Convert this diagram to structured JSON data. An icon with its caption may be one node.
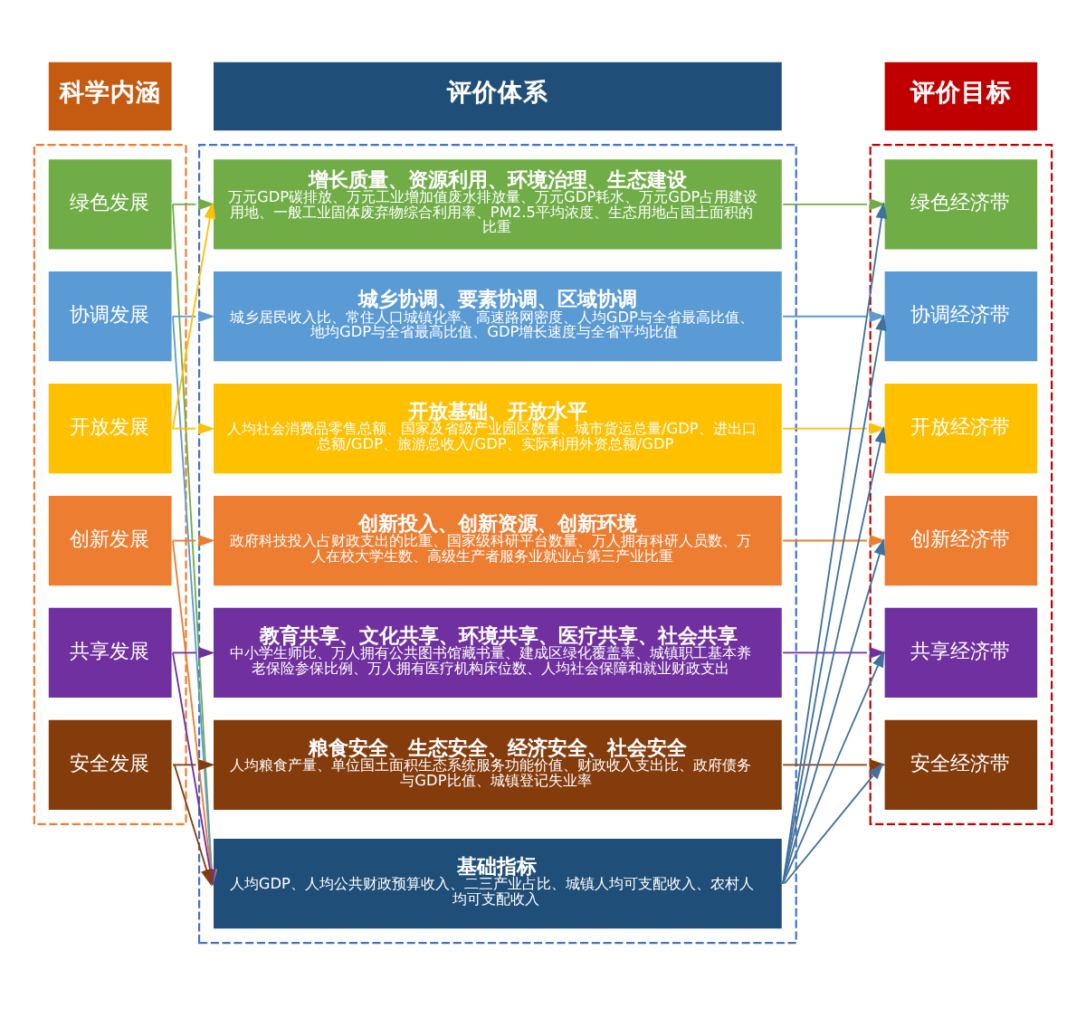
{
  "diagram": {
    "nodes": [
      {
        "text": [
          "科学内涵"
        ]
      },
      {
        "text": [
          "评价体系"
        ]
      },
      {
        "text": [
          "评价目标"
        ]
      },
      {
        "text": [],
        "shape": "box"
      },
      {
        "text": [
          "绿色发展"
        ],
        "in": 3
      },
      {
        "text": [
          "协调发展"
        ],
        "in": 3
      },
      {
        "text": [
          "开放发展"
        ],
        "in": 3
      },
      {
        "text": [
          "创新发展"
        ],
        "in": 3
      },
      {
        "text": [
          "共享发展"
        ],
        "in": 3
      },
      {
        "text": [
          "安全发展"
        ],
        "in": 3
      },
      {
        "text": [],
        "shape": "box"
      },
      {
        "text": [
          "增长质量、资源利用、环境治理、生态建设",
          "万元GDP碳排放、万元工业增加值废水排放量、万元GDP耗水、万元GDP占用建设用地、一般工业固体废弃物综合利用率、PM2.5平均浓度、生态用地占国土面积的比重"
        ],
        "in": 10
      },
      {
        "text": [
          "城乡协调、要素协调、区域协调",
          "城乡居民收入比、常住人口城镇化率、高速路网密度、人均GDP与全省最高比值、地均GDP与全省最高比值、GDP增长速度与全省平均比值"
        ],
        "in": 10
      },
      {
        "text": [
          "开放基础、开放水平",
          "人均社会消费品零售总额、国家及省级产业园区数量、城市货运总量/GDP、进出口总额/GDP、旅游总收入/GDP、实际利用外资总额/GDP"
        ],
        "in": 10
      },
      {
        "text": [
          "创新投入、创新资源、创新环境",
          "政府科技投入占财政支出的比重、国家级科研平台数量、万人拥有科研人员数、万人在校大学生数、高级生产者服务业就业占第三产业比重"
        ],
        "in": 10
      },
      {
        "text": [
          "教育共享、文化共享、环境共享、医疗共享、社会共享",
          "中小学生师比、万人拥有公共图书馆藏书量、建成区绿化覆盖率、城镇职工基本养老保险参保比例、万人拥有医疗机构床位数、人均社会保障和就业财政支出"
        ],
        "in": 10
      },
      {
        "text": [
          "粮食安全、生态安全、经济安全、社会安全",
          "人均粮食产量、单位国土面积生态系统服务功能价值、财政收入支出比、政府债务与GDP比值、城镇登记失业率"
        ],
        "in": 10
      },
      {
        "text": [
          "基础指标",
          "人均GDP、人均公共财政预算收入、二三产业占比、城镇人均可支配收入、农村人均可支配收入"
        ],
        "in": 10
      },
      {
        "text": [],
        "shape": "box"
      },
      {
        "text": [
          "绿色经济带"
        ],
        "in": 18
      },
      {
        "text": [
          "协调经济带"
        ],
        "in": 18
      },
      {
        "text": [
          "开放经济带"
        ],
        "in": 18
      },
      {
        "text": [
          "创新经济带"
        ],
        "in": 18
      },
      {
        "text": [
          "共享经济带"
        ],
        "in": 18
      },
      {
        "text": [
          "安全经济带"
        ],
        "in": 18
      }
    ],
    "edges": [
      {
        "from": 4,
        "to": 11,
        "arrow": "to",
        "color": "#70ad47"
      },
      {
        "from": 4,
        "to": 17,
        "arrow": "to",
        "color": "#70ad47"
      },
      {
        "from": 5,
        "to": 12,
        "arrow": "to",
        "color": "#5b9bd5"
      },
      {
        "from": 5,
        "to": 17,
        "arrow": "to",
        "color": "#5b9bd5"
      },
      {
        "from": 6,
        "to": 11,
        "arrow": "to",
        "color": "#ffc000"
      },
      {
        "from": 6,
        "to": 13,
        "arrow": "to",
        "color": "#ffc000"
      },
      {
        "from": 7,
        "to": 14,
        "arrow": "to",
        "color": "#ed7d31"
      },
      {
        "from": 7,
        "to": 17,
        "arrow": "to",
        "color": "#ed7d31"
      },
      {
        "from": 8,
        "to": 15,
        "arrow": "to",
        "color": "#7030a0"
      },
      {
        "from": 8,
        "to": 17,
        "arrow": "to",
        "color": "#7030a0"
      },
      {
        "from": 9,
        "to": 16,
        "arrow": "to",
        "color": "#843c0c"
      },
      {
        "from": 9,
        "to": 17,
        "arrow": "to",
        "color": "#843c0c"
      },
      {
        "from": 11,
        "to": 19,
        "arrow": "to",
        "color": "#70ad47"
      },
      {
        "from": 12,
        "to": 20,
        "arrow": "to",
        "color": "#5b9bd5"
      },
      {
        "from": 13,
        "to": 21,
        "arrow": "to",
        "color": "#ffc000"
      },
      {
        "from": 14,
        "to": 22,
        "arrow": "to",
        "color": "#ed7d31"
      },
      {
        "from": 15,
        "to": 23,
        "arrow": "to",
        "color": "#7030a0"
      },
      {
        "from": 16,
        "to": 24,
        "arrow": "to",
        "color": "#843c0c"
      },
      {
        "from": 17,
        "to": 19,
        "arrow": "to"
      },
      {
        "from": 17,
        "to": 20,
        "arrow": "to"
      },
      {
        "from": 17,
        "to": 21,
        "arrow": "to"
      },
      {
        "from": 17,
        "to": 22,
        "arrow": "to"
      },
      {
        "from": 17,
        "to": 23,
        "arrow": "to"
      },
      {
        "from": 17,
        "to": 24,
        "arrow": "to"
      }
    ]
  }
}
